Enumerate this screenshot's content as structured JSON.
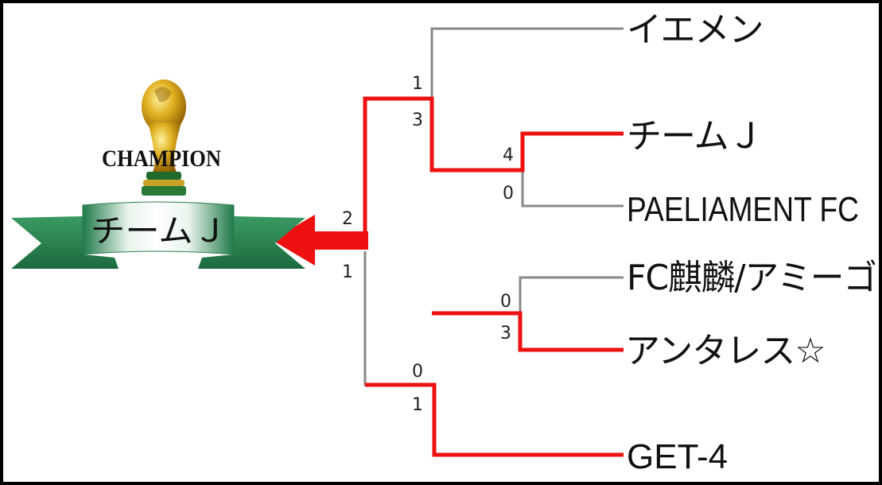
{
  "champion": {
    "label": "CHAMPION",
    "team": "チームＪ"
  },
  "teams": [
    {
      "name": "イエメン"
    },
    {
      "name": "チームＪ"
    },
    {
      "name": "PAELIAMENT FC"
    },
    {
      "name": "FC麒麟/アミーゴ"
    },
    {
      "name": "アンタレス☆"
    },
    {
      "name": "GET-4"
    }
  ],
  "scores": {
    "r1_top_a": "4",
    "r1_top_b": "0",
    "r1_bottom_a": "0",
    "r1_bottom_b": "3",
    "semi_top_a": "1",
    "semi_top_b": "3",
    "semi_bottom_a": "0",
    "semi_bottom_b": "1",
    "final_a": "2",
    "final_b": "1"
  },
  "colors": {
    "winner_line": "#ee1111",
    "loser_line": "#888888",
    "banner_dark": "#2e8b57",
    "banner_light": "#ffffff",
    "trophy_gold": "#d4a017"
  }
}
